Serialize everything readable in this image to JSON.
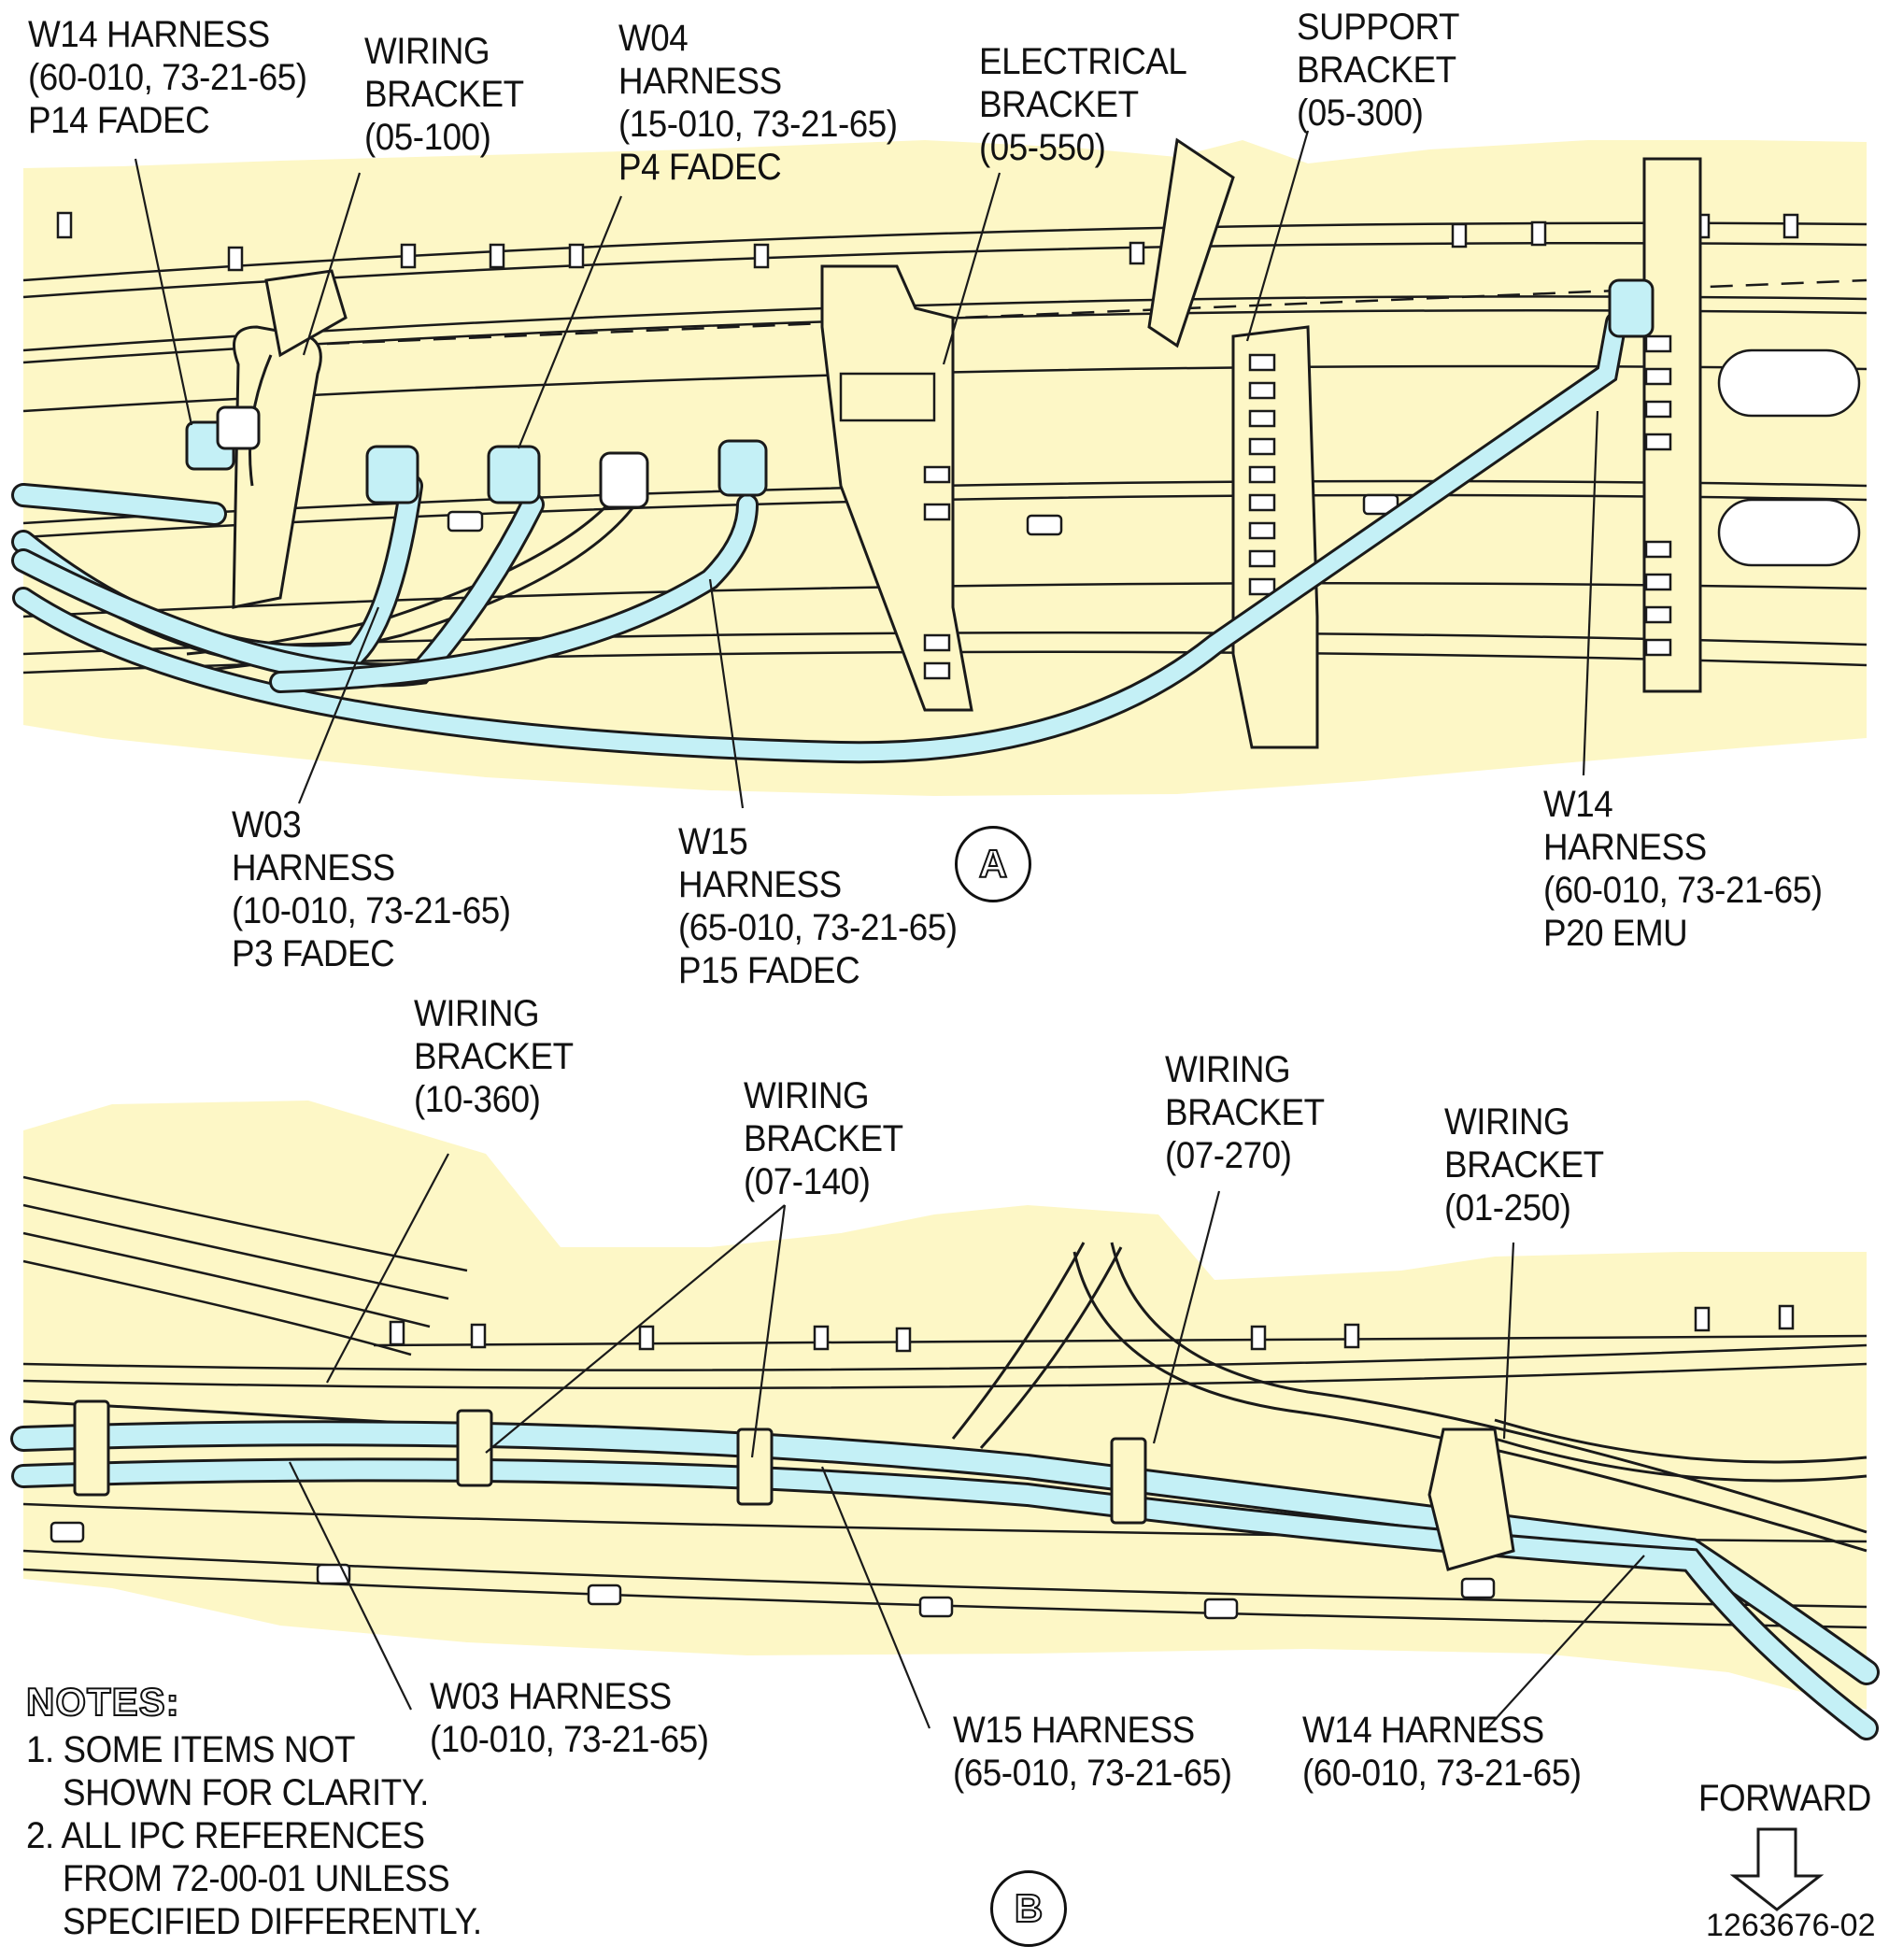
{
  "labels_a": {
    "w14_p14": "W14 HARNESS\n(60-010, 73-21-65)\nP14 FADEC",
    "wiring_05_100": "WIRING\nBRACKET\n(05-100)",
    "w04": "W04\nHARNESS\n(15-010, 73-21-65)\nP4 FADEC",
    "electrical_05_550": "ELECTRICAL\nBRACKET\n(05-550)",
    "support_05_300": "SUPPORT\nBRACKET\n(05-300)",
    "w03_p3": "W03\nHARNESS\n(10-010, 73-21-65)\nP3 FADEC",
    "w15_p15": "W15\nHARNESS\n(65-010, 73-21-65)\nP15 FADEC",
    "w14_p20": "W14\nHARNESS\n(60-010, 73-21-65)\nP20 EMU"
  },
  "labels_b": {
    "wiring_10_360": "WIRING\nBRACKET\n(10-360)",
    "wiring_07_140": "WIRING\nBRACKET\n(07-140)",
    "wiring_07_270": "WIRING\nBRACKET\n(07-270)",
    "wiring_01_250": "WIRING\nBRACKET\n(01-250)",
    "w03": "W03 HARNESS\n(10-010, 73-21-65)",
    "w15": "W15 HARNESS\n(65-010, 73-21-65)",
    "w14": "W14 HARNESS\n(60-010, 73-21-65)"
  },
  "view_a": "A",
  "view_b": "B",
  "notes": {
    "title": "NOTES:",
    "body": "1. SOME ITEMS NOT\n    SHOWN FOR CLARITY.\n2. ALL IPC REFERENCES\n    FROM 72-00-01 UNLESS\n    SPECIFIED DIFFERENTLY."
  },
  "forward": "FORWARD",
  "figure_number": "1263676-02",
  "colors": {
    "highlight_bg": "#fdf7c6",
    "harness": "#c4f0f6",
    "line": "#1a1a1a"
  }
}
